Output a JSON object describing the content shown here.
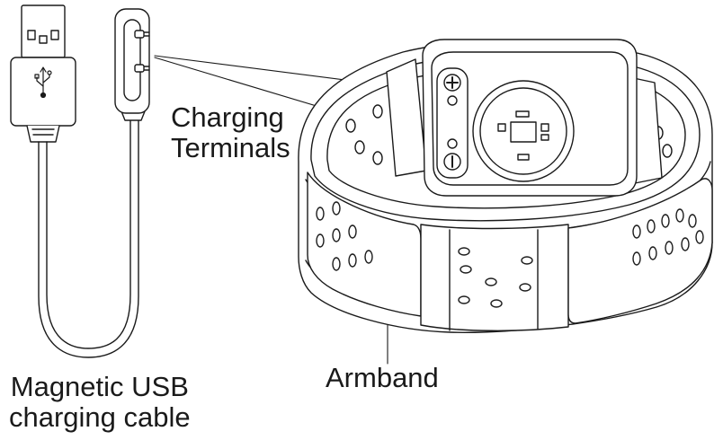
{
  "labels": {
    "charging_terminals_line1": "Charging",
    "charging_terminals_line2": "Terminals",
    "armband": "Armband",
    "cable_line1": "Magnetic USB",
    "cable_line2": "charging cable"
  },
  "colors": {
    "line": "#1a1a1a",
    "fill": "#ffffff"
  },
  "icons": {
    "usb_symbol": "usb-icon",
    "plus_terminal": "plus-icon",
    "minus_terminal": "minus-icon"
  }
}
